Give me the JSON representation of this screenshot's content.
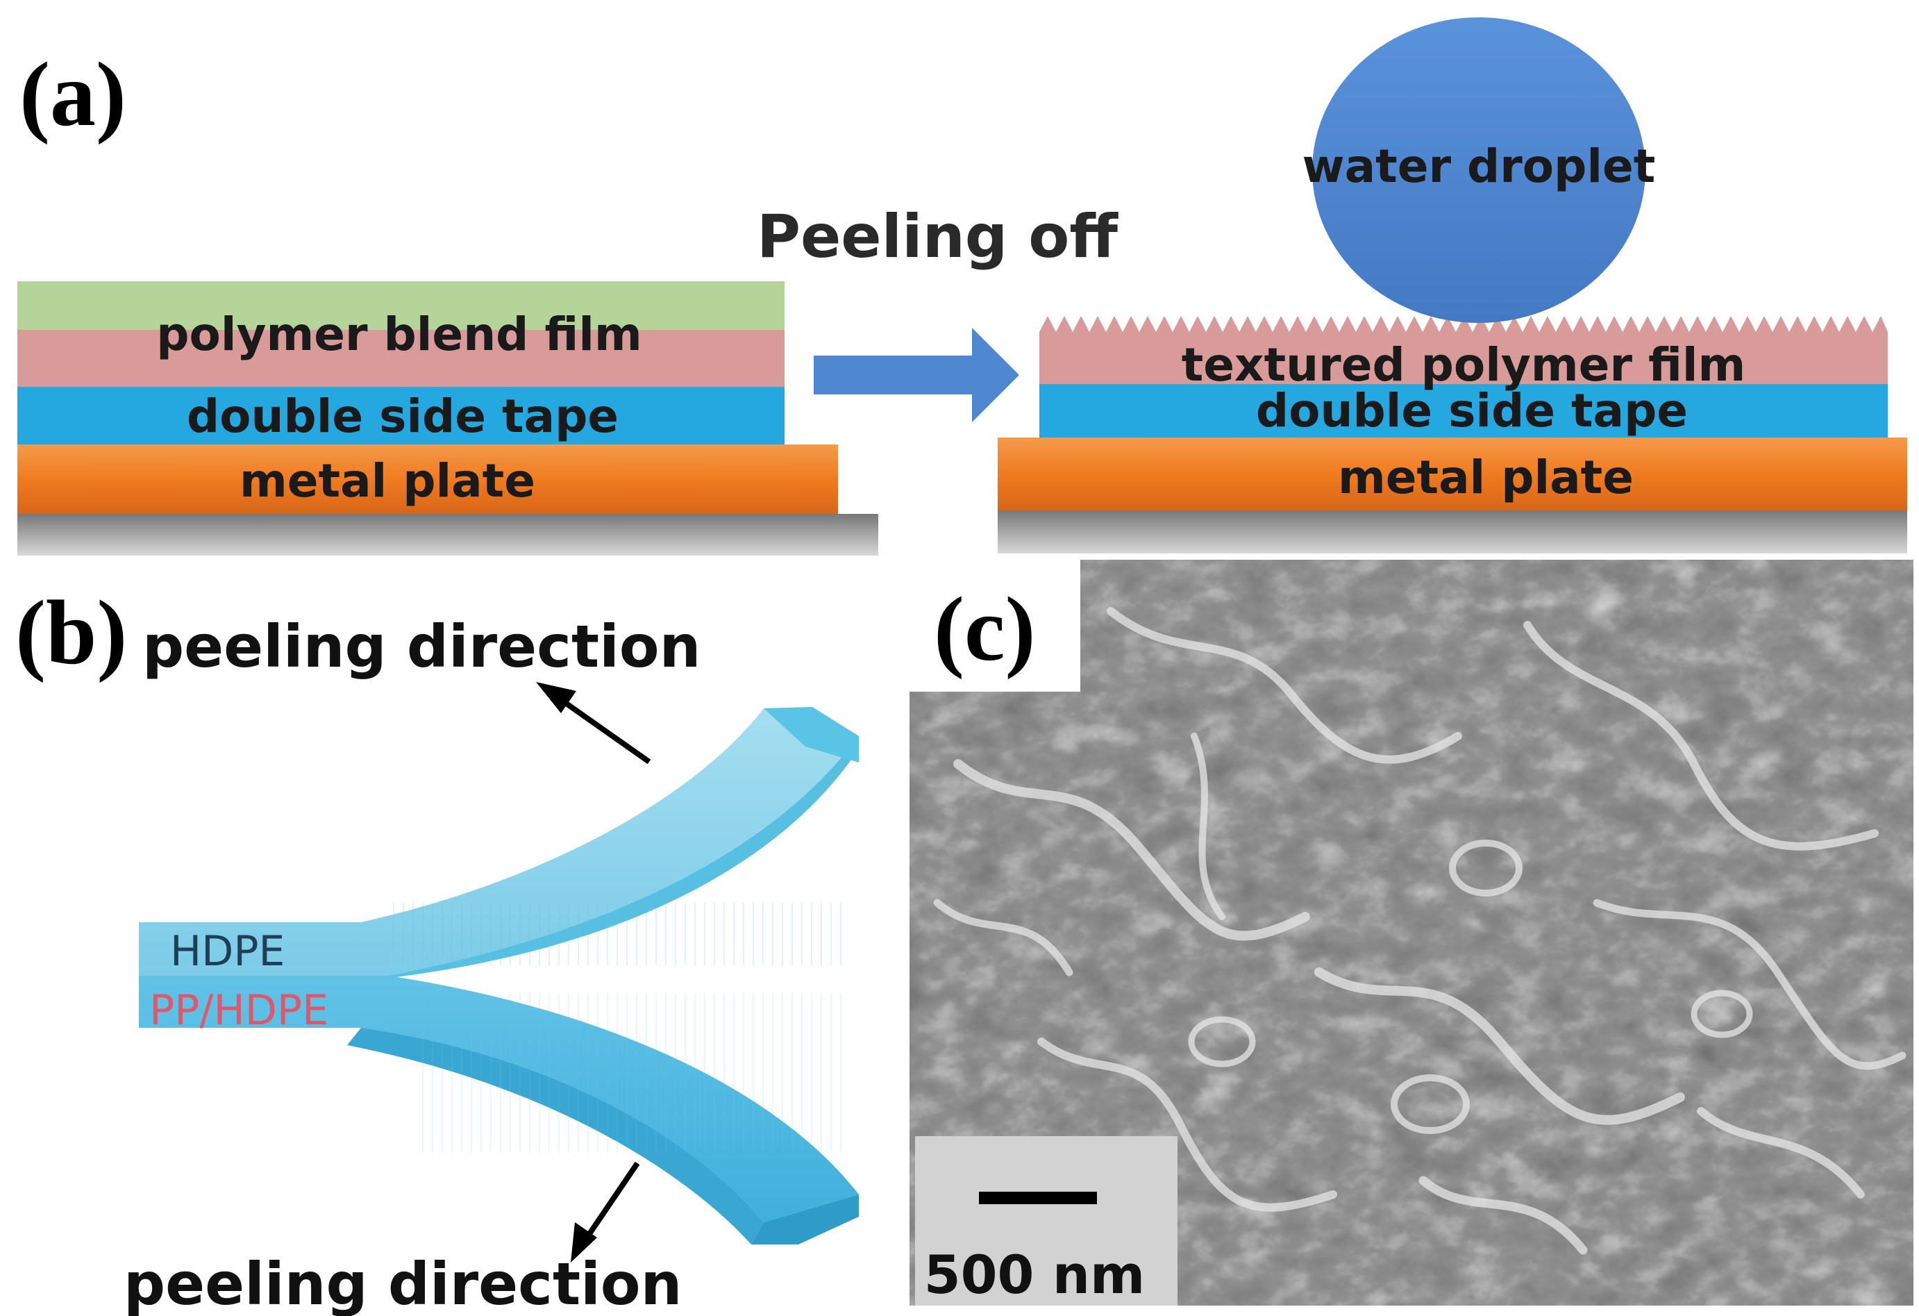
{
  "panel_a": {
    "label": "(a)",
    "step_label": "Peeling off",
    "before": {
      "film_label": "polymer blend film",
      "tape_label": "double side tape",
      "plate_label": "metal plate"
    },
    "after": {
      "droplet_label": "water droplet",
      "film_label": "textured polymer film",
      "tape_label": "double side tape",
      "plate_label": "metal plate"
    }
  },
  "panel_b": {
    "label": "(b)",
    "top_direction_label": "peeling direction",
    "bottom_direction_label": "peeling direction",
    "upper_layer_label": "HDPE",
    "lower_layer_label": "PP/HDPE"
  },
  "panel_c": {
    "label": "(c)",
    "scale_bar_label": "500 nm"
  },
  "colors": {
    "green_film": "#b5d49a",
    "pink_film": "#d99a9a",
    "blue_tape": "#25a8e0",
    "orange_plate": "#f07b20",
    "droplet": "#4f87d1",
    "arrow_blue": "#4f87d1",
    "strip_light": "#8fd3ea",
    "strip_dark": "#4bb6dd",
    "pp_hdpe_text": "#e0566a",
    "sem_gray": "#3a3a3a"
  }
}
